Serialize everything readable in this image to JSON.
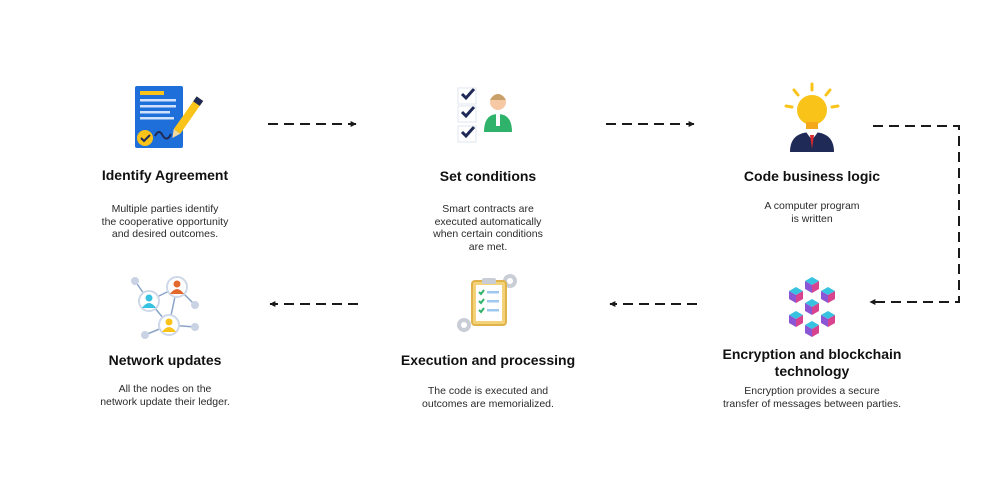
{
  "steps": [
    {
      "id": "identify-agreement",
      "title": "Identify Agreement",
      "desc": [
        "Multiple parties identify",
        "the cooperative opportunity",
        "and desired outcomes."
      ],
      "icon": "contract-document-icon"
    },
    {
      "id": "set-conditions",
      "title": "Set conditions",
      "desc": [
        "Smart contracts are",
        "executed automatically",
        "when certain conditions",
        "are met."
      ],
      "icon": "checklist-person-icon"
    },
    {
      "id": "code-business-logic",
      "title": "Code business logic",
      "desc": [
        "A computer program",
        "is written"
      ],
      "icon": "lightbulb-person-icon"
    },
    {
      "id": "network-updates",
      "title": "Network updates",
      "desc": [
        "All the nodes on the",
        "network update their ledger."
      ],
      "icon": "network-nodes-icon"
    },
    {
      "id": "execution-processing",
      "title": "Execution and processing",
      "desc": [
        "The code is executed and",
        "outcomes are memorialized."
      ],
      "icon": "clipboard-gears-icon"
    },
    {
      "id": "encryption-blockchain",
      "title": [
        "Encryption and blockchain",
        "technology"
      ],
      "desc": [
        "Encryption provides a secure",
        "transfer of messages between parties."
      ],
      "icon": "blockchain-cubes-icon"
    }
  ],
  "colors": {
    "arrow": "#1a1a1a",
    "blue": "#1e6fd9",
    "yellow": "#f9c31a",
    "green": "#2fb36a",
    "navy": "#1f2a56",
    "purple": "#8a56d6",
    "cyan": "#36c2e0",
    "magenta": "#d8438f"
  }
}
